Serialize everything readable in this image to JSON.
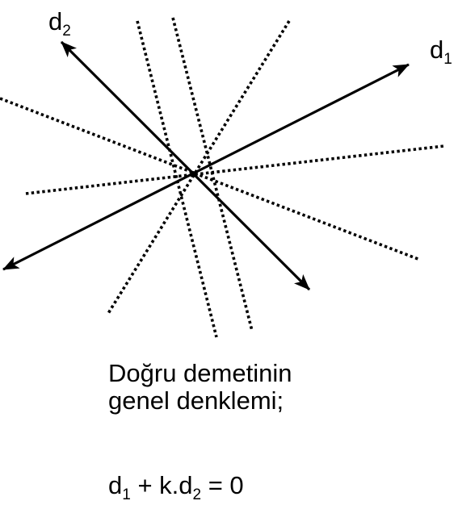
{
  "labels": {
    "d1": {
      "main": "d",
      "sub": "1"
    },
    "d2": {
      "main": "d",
      "sub": "2"
    }
  },
  "caption": {
    "line1": "Doğru demetinin",
    "line2": "genel denklemi;"
  },
  "equation": {
    "part1": "d",
    "sub1": "1",
    "part2": " + k.d",
    "sub2": "2",
    "part3": " = 0"
  }
}
